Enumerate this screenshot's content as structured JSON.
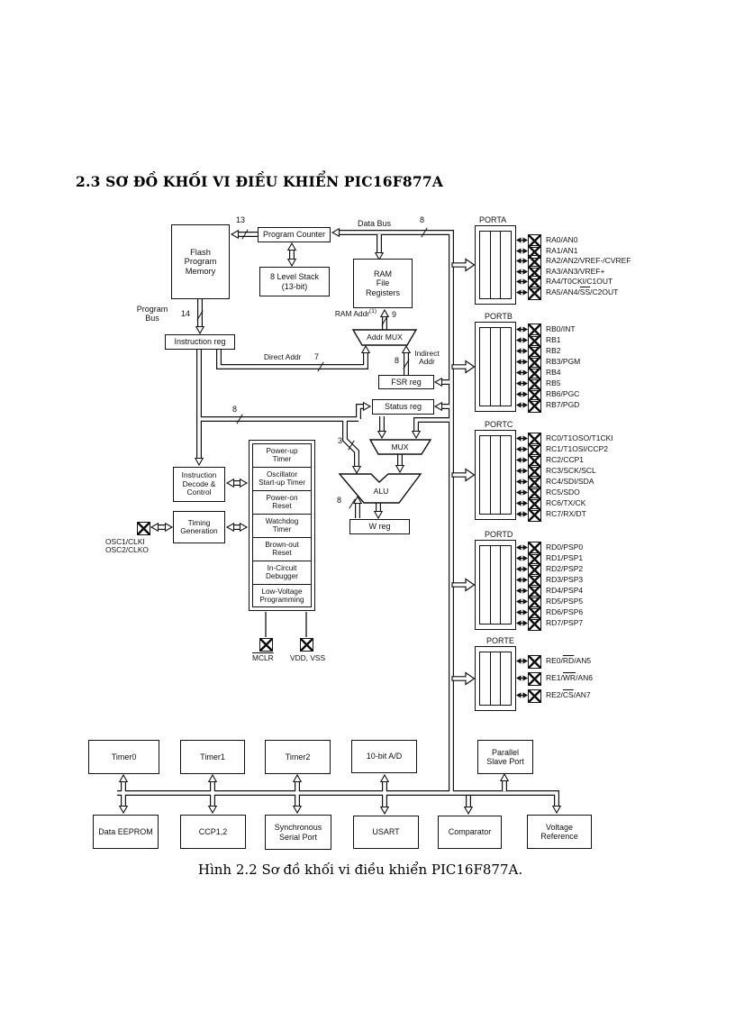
{
  "page": {
    "heading": "2.3 SƠ ĐỒ KHỐI VI ĐIỀU KHIỂN PIC16F877A",
    "caption": "Hình 2.2 Sơ đồ khối vi điều khiển PIC16F877A."
  },
  "colors": {
    "ink": "#111111",
    "paper": "#ffffff"
  },
  "blocks": {
    "flash": "Flash\nProgram\nMemory",
    "program_counter": "Program Counter",
    "stack": "8 Level Stack\n(13-bit)",
    "ram": "RAM\nFile\nRegisters",
    "instruction_reg": "Instruction reg",
    "addr_mux": "Addr MUX",
    "fsr_reg": "FSR reg",
    "status_reg": "Status reg",
    "mux": "MUX",
    "alu": "ALU",
    "w_reg": "W reg",
    "instruction_decode": "Instruction\nDecode &\nControl",
    "timing_generation": "Timing\nGeneration",
    "support": [
      "Power-up\nTimer",
      "Oscillator\nStart-up Timer",
      "Power-on\nReset",
      "Watchdog\nTimer",
      "Brown-out\nReset",
      "In-Circuit\nDebugger",
      "Low-Voltage\nProgramming"
    ]
  },
  "labels": {
    "data_bus": "Data Bus",
    "program_bus": "Program\nBus",
    "ram_addr": "RAM Addr",
    "ram_addr_note": "(1)",
    "direct_addr": "Direct Addr",
    "indirect_addr": "Indirect\nAddr",
    "w_pc": "13",
    "w_data": "8",
    "w_program": "14",
    "w_ram_addr": "9",
    "w_direct": "7",
    "w_indirect": "8",
    "w_literal": "8",
    "w_mux": "3",
    "w_alu": "8",
    "osc": "OSC1/CLKI\nOSC2/CLKO",
    "mclr": "MCLR",
    "vdd_vss": "VDD, VSS"
  },
  "ports": [
    {
      "name": "PORTA",
      "pins": [
        {
          "t": "RA0/AN0"
        },
        {
          "t": "RA1/AN1"
        },
        {
          "t": "RA2/AN2/VREF-/CVREF"
        },
        {
          "t": "RA3/AN3/VREF+"
        },
        {
          "t": "RA4/T0CKI/C1OUT"
        },
        {
          "pre": "RA5/AN4/",
          "ov": "SS",
          "post": "/C2OUT"
        }
      ]
    },
    {
      "name": "PORTB",
      "pins": [
        {
          "t": "RB0/INT"
        },
        {
          "t": "RB1"
        },
        {
          "t": "RB2"
        },
        {
          "t": "RB3/PGM"
        },
        {
          "t": "RB4"
        },
        {
          "t": "RB5"
        },
        {
          "t": "RB6/PGC"
        },
        {
          "t": "RB7/PGD"
        }
      ]
    },
    {
      "name": "PORTC",
      "pins": [
        {
          "t": "RC0/T1OSO/T1CKI"
        },
        {
          "t": "RC1/T1OSI/CCP2"
        },
        {
          "t": "RC2/CCP1"
        },
        {
          "t": "RC3/SCK/SCL"
        },
        {
          "t": "RC4/SDI/SDA"
        },
        {
          "t": "RC5/SDO"
        },
        {
          "t": "RC6/TX/CK"
        },
        {
          "t": "RC7/RX/DT"
        }
      ]
    },
    {
      "name": "PORTD",
      "pins": [
        {
          "t": "RD0/PSP0"
        },
        {
          "t": "RD1/PSP1"
        },
        {
          "t": "RD2/PSP2"
        },
        {
          "t": "RD3/PSP3"
        },
        {
          "t": "RD4/PSP4"
        },
        {
          "t": "RD5/PSP5"
        },
        {
          "t": "RD6/PSP6"
        },
        {
          "t": "RD7/PSP7"
        }
      ]
    },
    {
      "name": "PORTE",
      "pins": [
        {
          "pre": "RE0/",
          "ov": "RD",
          "post": "/AN5"
        },
        {
          "pre": "RE1/",
          "ov": "WR",
          "post": "/AN6"
        },
        {
          "pre": "RE2/",
          "ov": "CS",
          "post": "/AN7"
        }
      ]
    }
  ],
  "peripherals": {
    "row1": [
      "Timer0",
      "Timer1",
      "Timer2",
      "10-bit A/D",
      "Parallel\nSlave Port"
    ],
    "row2": [
      "Data EEPROM",
      "CCP1,2",
      "Synchronous\nSerial Port",
      "USART",
      "Comparator",
      "Voltage\nReference"
    ]
  }
}
